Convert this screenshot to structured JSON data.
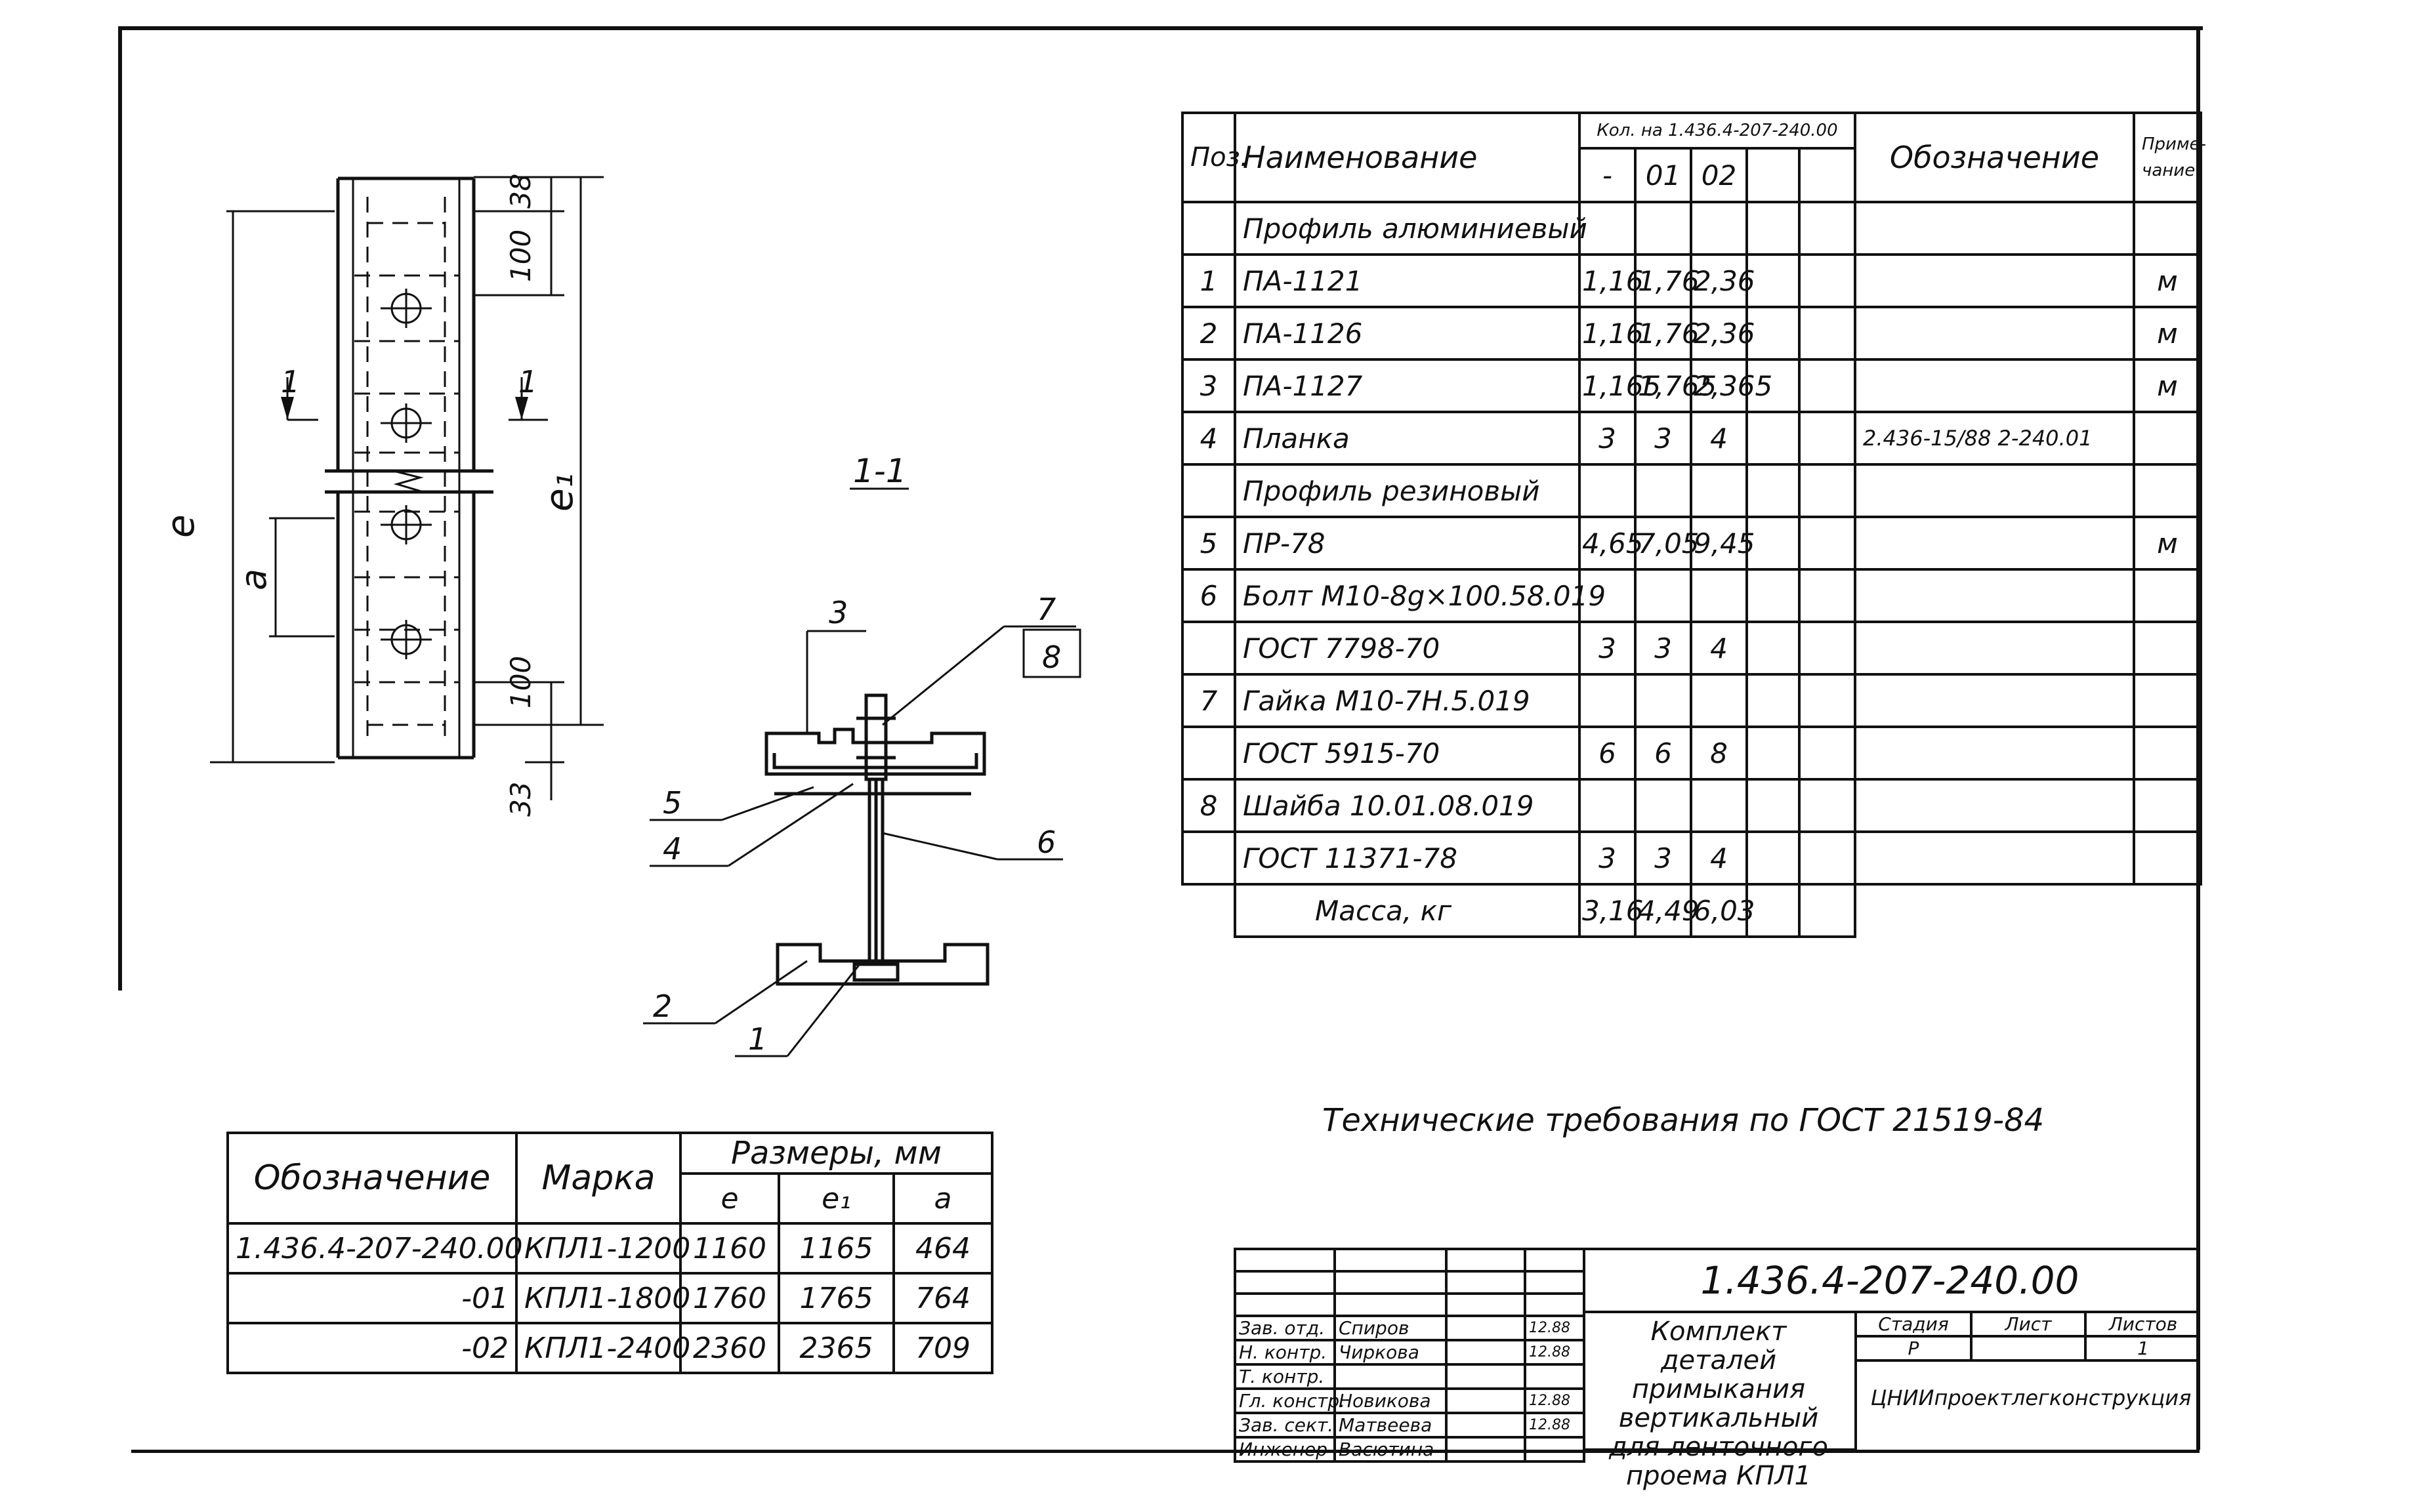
{
  "spec_table": {
    "headers": {
      "pos": "Поз.",
      "name": "Наименование",
      "qty_group": "Кол. на 1.436.4-207-240.00",
      "qty_cols": [
        "-",
        "01",
        "02"
      ],
      "designation": "Обозначение",
      "note": "Приме-чание"
    },
    "rows": [
      {
        "pos": "",
        "name": "Профиль алюминиевый",
        "q0": "",
        "q1": "",
        "q2": "",
        "designation": "",
        "note": ""
      },
      {
        "pos": "1",
        "name": "ПА-1121",
        "q0": "1,16",
        "q1": "1,76",
        "q2": "2,36",
        "designation": "",
        "note": "м"
      },
      {
        "pos": "2",
        "name": "ПА-1126",
        "q0": "1,16",
        "q1": "1,76",
        "q2": "2,36",
        "designation": "",
        "note": "м"
      },
      {
        "pos": "3",
        "name": "ПА-1127",
        "q0": "1,165",
        "q1": "1,765",
        "q2": "2,365",
        "designation": "",
        "note": "м"
      },
      {
        "pos": "4",
        "name": "Планка",
        "q0": "3",
        "q1": "3",
        "q2": "4",
        "designation": "2.436-15/88 2-240.01",
        "note": ""
      },
      {
        "pos": "",
        "name": "Профиль резиновый",
        "q0": "",
        "q1": "",
        "q2": "",
        "designation": "",
        "note": ""
      },
      {
        "pos": "5",
        "name": "ПР-78",
        "q0": "4,65",
        "q1": "7,05",
        "q2": "9,45",
        "designation": "",
        "note": "м"
      },
      {
        "pos": "6",
        "name": "Болт М10-8g×100.58.019",
        "q0": "",
        "q1": "",
        "q2": "",
        "designation": "",
        "note": ""
      },
      {
        "pos": "",
        "name": "ГОСТ 7798-70",
        "q0": "3",
        "q1": "3",
        "q2": "4",
        "designation": "",
        "note": ""
      },
      {
        "pos": "7",
        "name": "Гайка М10-7Н.5.019",
        "q0": "",
        "q1": "",
        "q2": "",
        "designation": "",
        "note": ""
      },
      {
        "pos": "",
        "name": "ГОСТ 5915-70",
        "q0": "6",
        "q1": "6",
        "q2": "8",
        "designation": "",
        "note": ""
      },
      {
        "pos": "8",
        "name": "Шайба 10.01.08.019",
        "q0": "",
        "q1": "",
        "q2": "",
        "designation": "",
        "note": ""
      },
      {
        "pos": "",
        "name": "ГОСТ 11371-78",
        "q0": "3",
        "q1": "3",
        "q2": "4",
        "designation": "",
        "note": ""
      }
    ],
    "mass": {
      "label": "Масса, кг",
      "q0": "3,16",
      "q1": "4,49",
      "q2": "6,03"
    }
  },
  "dims_table": {
    "headers": {
      "designation": "Обозначение",
      "mark": "Марка",
      "sizes": "Размеры, мм",
      "e": "e",
      "e1": "e₁",
      "a": "a"
    },
    "rows": [
      {
        "designation": "1.436.4-207-240.00",
        "mark": "КПЛ1-1200",
        "e": "1160",
        "e1": "1165",
        "a": "464"
      },
      {
        "designation": "-01",
        "mark": "КПЛ1-1800",
        "e": "1760",
        "e1": "1765",
        "a": "764"
      },
      {
        "designation": "-02",
        "mark": "КПЛ1-2400",
        "e": "2360",
        "e1": "2365",
        "a": "709"
      }
    ]
  },
  "tech_requirements": "Технические требования по ГОСТ 21519-84",
  "title_block": {
    "code": "1.436.4-207-240.00",
    "title": "Комплект деталей примыкания вертикальный для ленточного проема КПЛ1",
    "stage_label": "Стадия",
    "sheet_label": "Лист",
    "sheets_label": "Листов",
    "stage": "Р",
    "sheets": "1",
    "organization": "ЦНИИпроектлегконструкция",
    "signatures": [
      {
        "role": "Зав. отд.",
        "name": "Спиров",
        "date": "12.88"
      },
      {
        "role": "Н. контр.",
        "name": "Чиркова",
        "date": "12.88"
      },
      {
        "role": "Т. контр.",
        "name": "",
        "date": ""
      },
      {
        "role": "Гл. констр.",
        "name": "Новикова",
        "date": "12.88"
      },
      {
        "role": "Зав. сект.",
        "name": "Матвеева",
        "date": "12.88"
      },
      {
        "role": "Инженер",
        "name": "Васютина",
        "date": ""
      }
    ]
  },
  "drawing_labels": {
    "section": "1-1",
    "section_mark": "1",
    "dim_e": "e",
    "dim_e1": "e₁",
    "dim_a": "a",
    "dim_38": "38",
    "dim_100_top": "100",
    "dim_100_bottom": "100",
    "dim_33": "33",
    "callouts": [
      "1",
      "2",
      "3",
      "4",
      "5",
      "6",
      "7",
      "8"
    ]
  }
}
